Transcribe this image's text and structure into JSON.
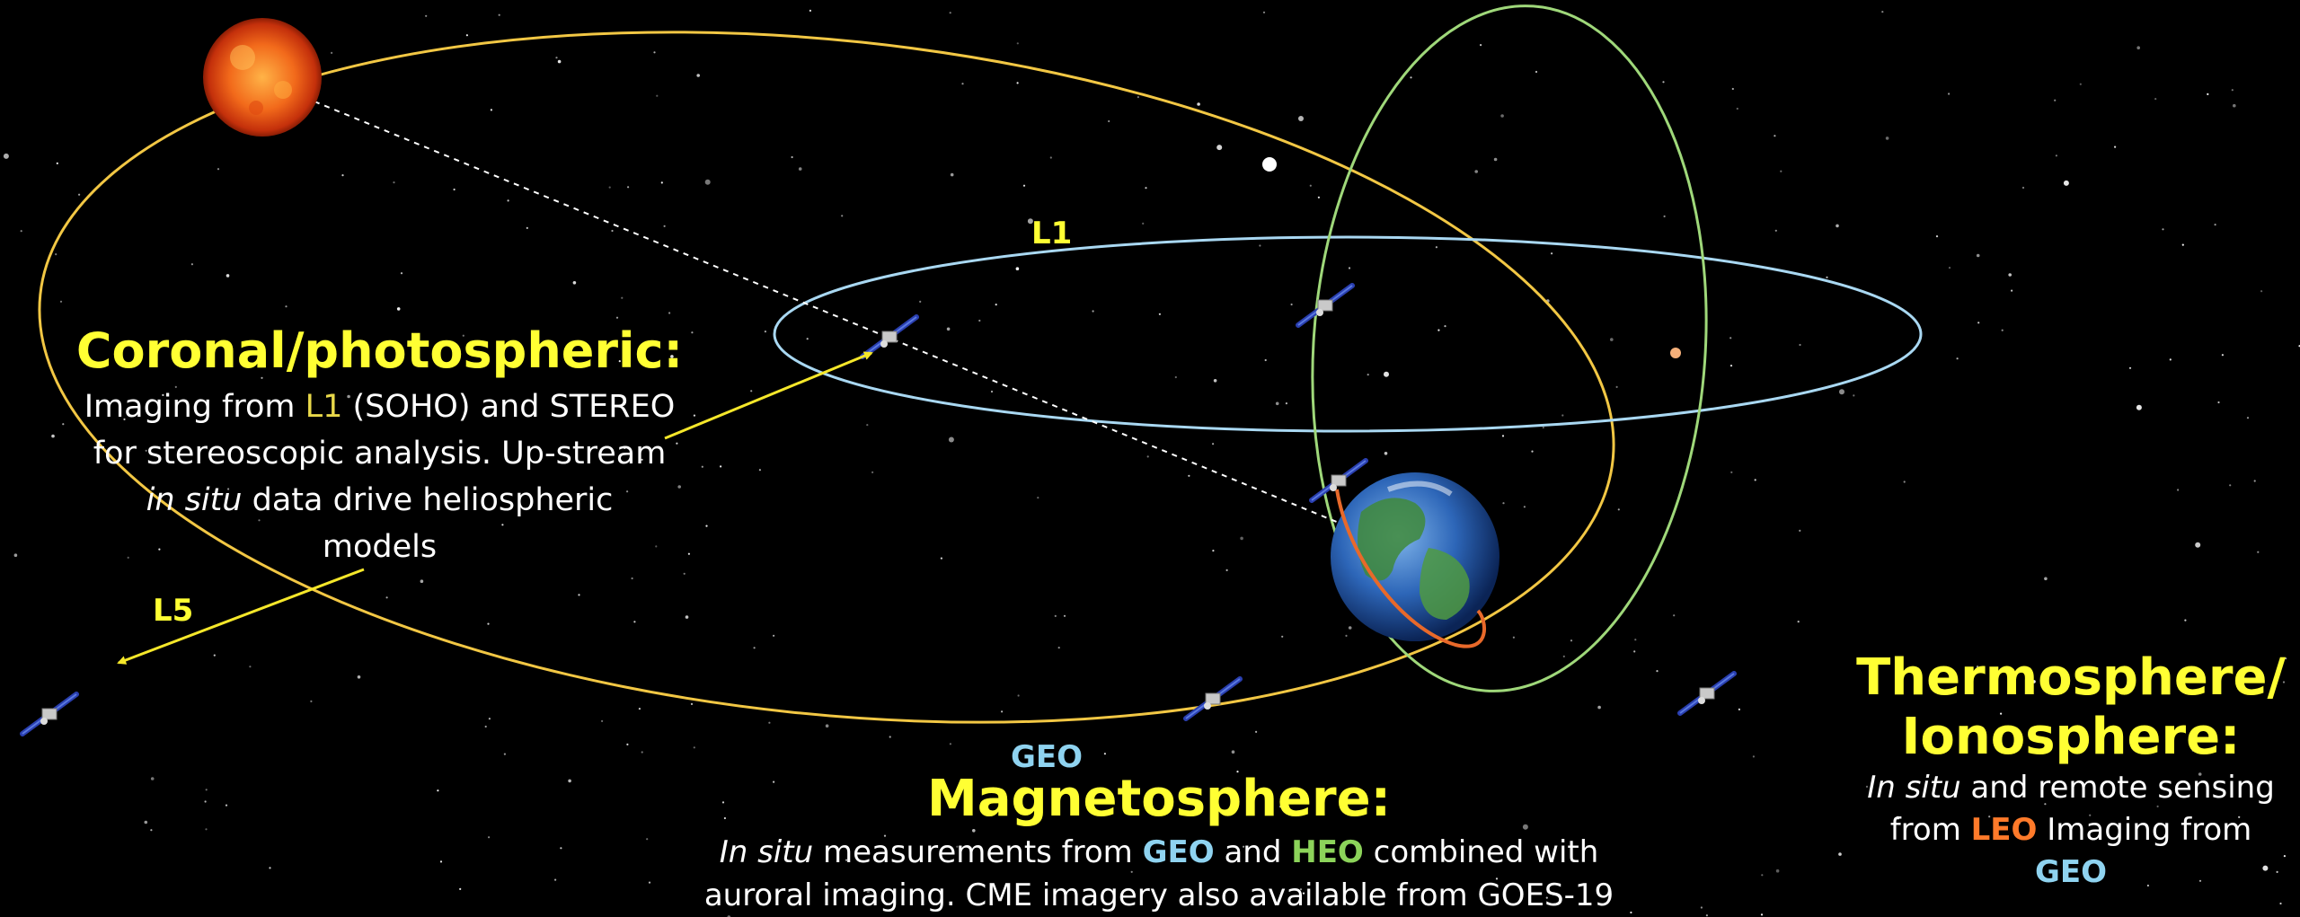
{
  "orbit_labels": {
    "l1": "L1",
    "l5": "L5",
    "geo": "GEO"
  },
  "coronal": {
    "heading": "Coronal/photospheric:",
    "t1": "Imaging from ",
    "l1": "L1",
    "t2": " (SOHO) and STEREO",
    "line2": "for stereoscopic analysis. Up-stream",
    "insitu": "in situ",
    "line3": " data drive heliospheric",
    "line4": "models"
  },
  "magnetosphere": {
    "heading": "Magnetosphere:",
    "insitu": "In situ",
    "t1": " measurements from ",
    "geo": "GEO",
    "t2": " and ",
    "heo": "HEO",
    "t3": " combined with",
    "line2": "auroral imaging. CME imagery also available from GOES-19"
  },
  "thermosphere": {
    "heading1": "Thermosphere/",
    "heading2": "Ionosphere:",
    "insitu": "In situ",
    "t1": " and remote sensing",
    "t2": "from ",
    "leo": "LEO",
    "t3": " Imaging from",
    "geo": "GEO"
  },
  "colors": {
    "sun_orbit": "#f2c744",
    "geo_orbit": "#a9d8f2",
    "heo_orbit": "#9fd87a",
    "leo_orbit": "#e8692a",
    "text_heading": "#ffff33",
    "arrow": "#f5e72a"
  },
  "icons": [
    "sun-icon",
    "earth-icon",
    "satellite-icon"
  ]
}
